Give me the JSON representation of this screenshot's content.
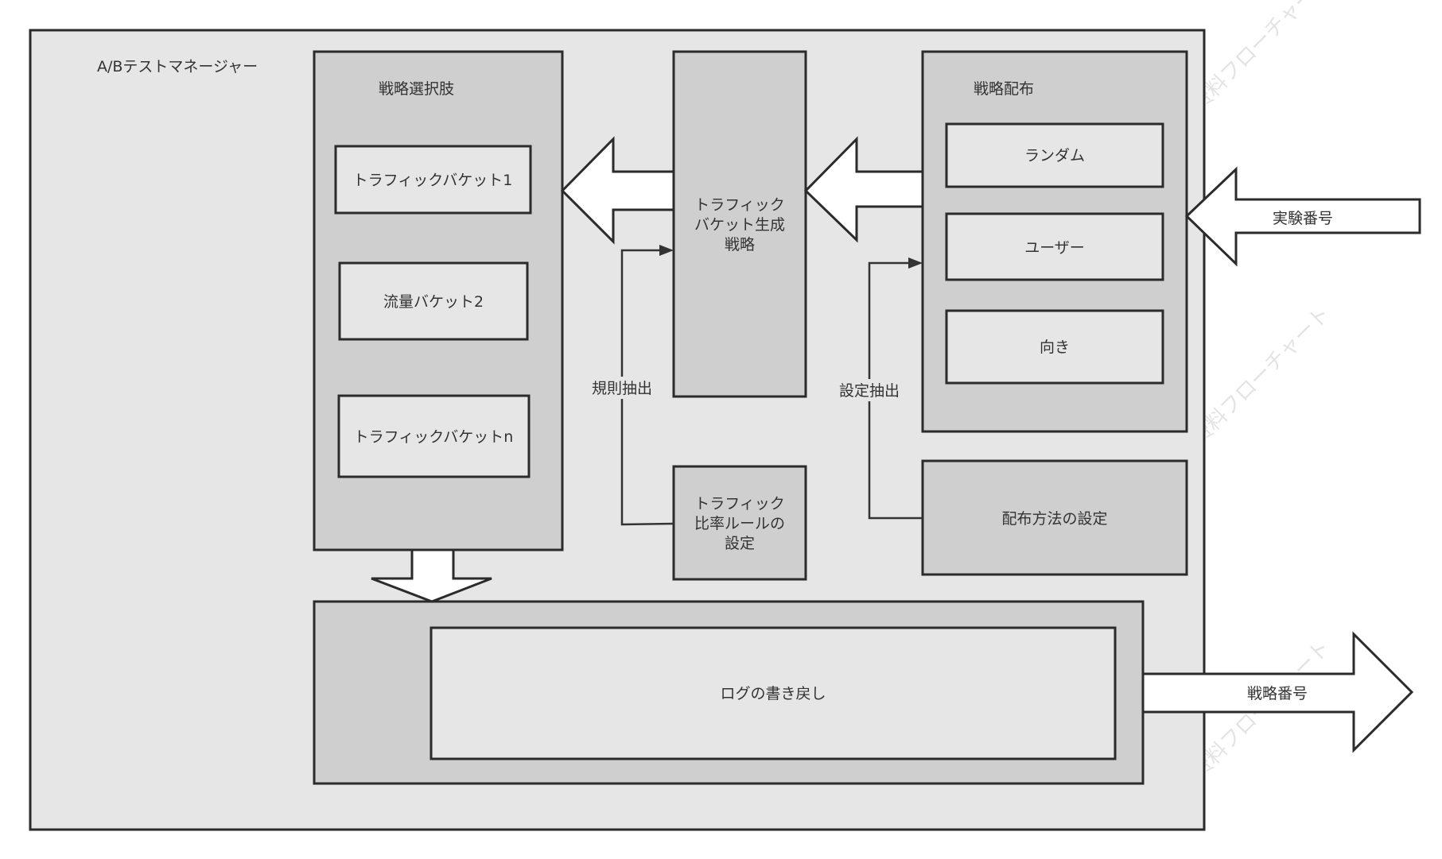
{
  "diagram": {
    "title": "A/Bテストマネージャー",
    "selector": {
      "title": "戦略選択肢",
      "buckets": [
        "トラフィックバケット1",
        "流量バケット2",
        "トラフィックバケットn"
      ]
    },
    "generator": {
      "lines": [
        "トラフィック",
        "バケット生成",
        "戦略"
      ]
    },
    "distribution": {
      "title": "戦略配布",
      "items": [
        "ランダム",
        "ユーザー",
        "向き"
      ]
    },
    "ratio_rules": {
      "lines": [
        "トラフィック",
        "比率ルールの",
        "設定"
      ]
    },
    "dist_config": {
      "label": "配布方法の設定"
    },
    "log": {
      "label": "ログの書き戻し"
    },
    "edges": {
      "rule_extract": "規則抽出",
      "config_extract": "設定抽出"
    },
    "io": {
      "input": "実験番号",
      "output": "戦略番号"
    },
    "watermark": "免费料フローチャート",
    "colors": {
      "container": "#e6e6e6",
      "panel": "#cfcfcf",
      "stroke": "#2b2b2b"
    }
  }
}
